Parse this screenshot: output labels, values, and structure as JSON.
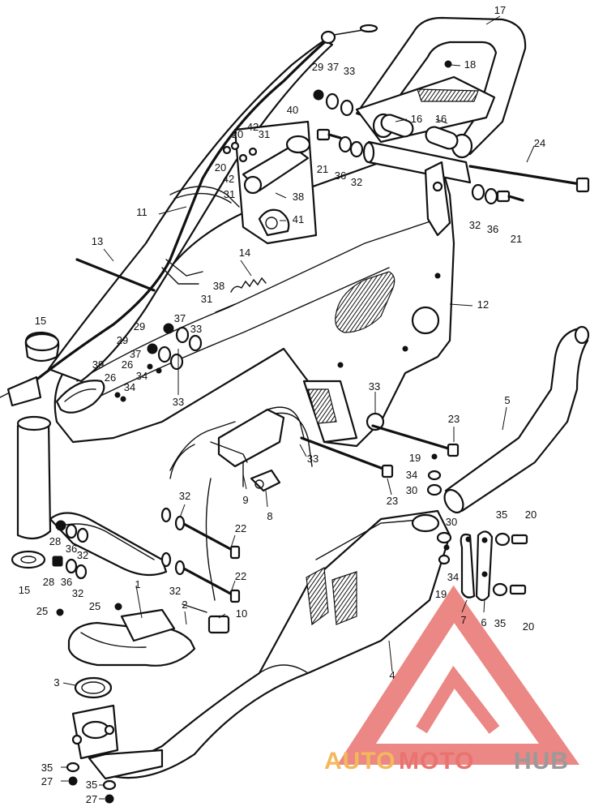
{
  "callouts": [
    {
      "id": "17",
      "label": "17"
    },
    {
      "id": "18",
      "label": "18"
    },
    {
      "id": "29a",
      "label": "29"
    },
    {
      "id": "37a",
      "label": "37"
    },
    {
      "id": "33a",
      "label": "33"
    },
    {
      "id": "40",
      "label": "40"
    },
    {
      "id": "16a",
      "label": "16"
    },
    {
      "id": "16b",
      "label": "16"
    },
    {
      "id": "42a",
      "label": "42"
    },
    {
      "id": "20a",
      "label": "20"
    },
    {
      "id": "31a",
      "label": "31"
    },
    {
      "id": "21a",
      "label": "21"
    },
    {
      "id": "36a",
      "label": "36"
    },
    {
      "id": "32a",
      "label": "32"
    },
    {
      "id": "24",
      "label": "24"
    },
    {
      "id": "20b",
      "label": "20"
    },
    {
      "id": "42b",
      "label": "42"
    },
    {
      "id": "31b",
      "label": "31"
    },
    {
      "id": "38a",
      "label": "38"
    },
    {
      "id": "11",
      "label": "11"
    },
    {
      "id": "41",
      "label": "41"
    },
    {
      "id": "32b",
      "label": "32"
    },
    {
      "id": "36b",
      "label": "36"
    },
    {
      "id": "21b",
      "label": "21"
    },
    {
      "id": "13",
      "label": "13"
    },
    {
      "id": "14",
      "label": "14"
    },
    {
      "id": "38b",
      "label": "38"
    },
    {
      "id": "31c",
      "label": "31"
    },
    {
      "id": "12",
      "label": "12"
    },
    {
      "id": "37b",
      "label": "37"
    },
    {
      "id": "15a",
      "label": "15"
    },
    {
      "id": "29b",
      "label": "29"
    },
    {
      "id": "33b",
      "label": "33"
    },
    {
      "id": "29c",
      "label": "29"
    },
    {
      "id": "37c",
      "label": "37"
    },
    {
      "id": "26a",
      "label": "26"
    },
    {
      "id": "34a",
      "label": "34"
    },
    {
      "id": "39",
      "label": "39"
    },
    {
      "id": "26b",
      "label": "26"
    },
    {
      "id": "34b",
      "label": "34"
    },
    {
      "id": "33c",
      "label": "33"
    },
    {
      "id": "5",
      "label": "5"
    },
    {
      "id": "33d",
      "label": "33"
    },
    {
      "id": "23a",
      "label": "23"
    },
    {
      "id": "33e",
      "label": "33"
    },
    {
      "id": "19a",
      "label": "19"
    },
    {
      "id": "34c",
      "label": "34"
    },
    {
      "id": "30a",
      "label": "30"
    },
    {
      "id": "9",
      "label": "9"
    },
    {
      "id": "8",
      "label": "8"
    },
    {
      "id": "23b",
      "label": "23"
    },
    {
      "id": "32c",
      "label": "32"
    },
    {
      "id": "30b",
      "label": "30"
    },
    {
      "id": "35a",
      "label": "35"
    },
    {
      "id": "20c",
      "label": "20"
    },
    {
      "id": "22a",
      "label": "22"
    },
    {
      "id": "28a",
      "label": "28"
    },
    {
      "id": "36c",
      "label": "36"
    },
    {
      "id": "32d",
      "label": "32"
    },
    {
      "id": "15b",
      "label": "15"
    },
    {
      "id": "28b",
      "label": "28"
    },
    {
      "id": "36d",
      "label": "36"
    },
    {
      "id": "32e",
      "label": "32"
    },
    {
      "id": "22b",
      "label": "22"
    },
    {
      "id": "32f",
      "label": "32"
    },
    {
      "id": "34d",
      "label": "34"
    },
    {
      "id": "19b",
      "label": "19"
    },
    {
      "id": "1",
      "label": "1"
    },
    {
      "id": "25a",
      "label": "25"
    },
    {
      "id": "25b",
      "label": "25"
    },
    {
      "id": "2",
      "label": "2"
    },
    {
      "id": "10",
      "label": "10"
    },
    {
      "id": "7",
      "label": "7"
    },
    {
      "id": "6",
      "label": "6"
    },
    {
      "id": "35b",
      "label": "35"
    },
    {
      "id": "20d",
      "label": "20"
    },
    {
      "id": "4",
      "label": "4"
    },
    {
      "id": "3",
      "label": "3"
    },
    {
      "id": "35c",
      "label": "35"
    },
    {
      "id": "27a",
      "label": "27"
    },
    {
      "id": "35d",
      "label": "35"
    },
    {
      "id": "27b",
      "label": "27"
    }
  ],
  "watermark": {
    "part1": "AUTO",
    "part2": "MOTO",
    "part3": "HUB"
  },
  "colors": {
    "ink": "#111111",
    "paper": "#ffffff",
    "logo_red": "#e8736f",
    "logo_orange": "#f4b85a",
    "logo_grey": "#9a9a9a"
  }
}
